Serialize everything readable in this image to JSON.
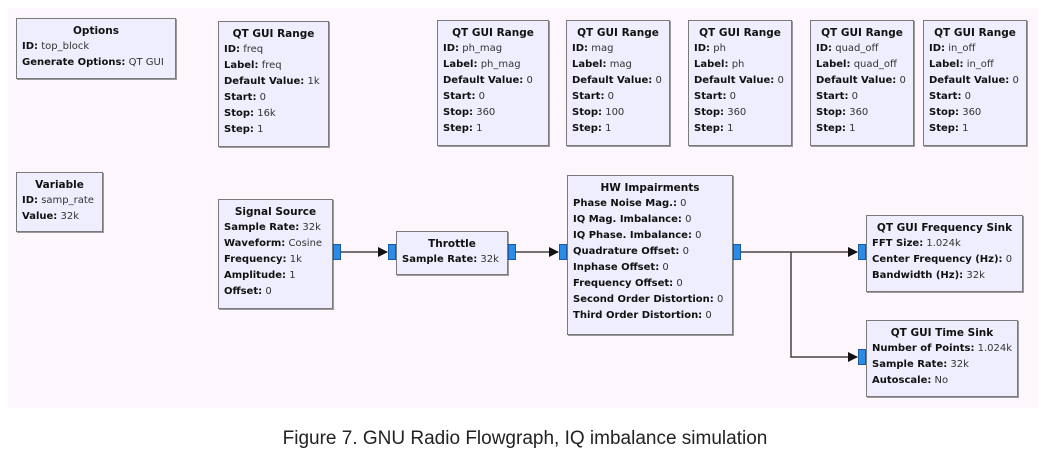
{
  "blocks": {
    "options": {
      "title": "Options",
      "rows": [
        {
          "k": "ID:",
          "v": "top_block"
        },
        {
          "k": "Generate Options:",
          "v": "QT GUI"
        }
      ]
    },
    "variable": {
      "title": "Variable",
      "rows": [
        {
          "k": "ID:",
          "v": "samp_rate"
        },
        {
          "k": "Value:",
          "v": "32k"
        }
      ]
    },
    "range_freq": {
      "title": "QT GUI Range",
      "rows": [
        {
          "k": "ID:",
          "v": "freq"
        },
        {
          "k": "Label:",
          "v": "freq"
        },
        {
          "k": "Default Value:",
          "v": "1k"
        },
        {
          "k": "Start:",
          "v": "0"
        },
        {
          "k": "Stop:",
          "v": "16k"
        },
        {
          "k": "Step:",
          "v": "1"
        }
      ]
    },
    "range_ph_mag": {
      "title": "QT GUI Range",
      "rows": [
        {
          "k": "ID:",
          "v": "ph_mag"
        },
        {
          "k": "Label:",
          "v": "ph_mag"
        },
        {
          "k": "Default Value:",
          "v": "0"
        },
        {
          "k": "Start:",
          "v": "0"
        },
        {
          "k": "Stop:",
          "v": "360"
        },
        {
          "k": "Step:",
          "v": "1"
        }
      ]
    },
    "range_mag": {
      "title": "QT GUI Range",
      "rows": [
        {
          "k": "ID:",
          "v": "mag"
        },
        {
          "k": "Label:",
          "v": "mag"
        },
        {
          "k": "Default Value:",
          "v": "0"
        },
        {
          "k": "Start:",
          "v": "0"
        },
        {
          "k": "Stop:",
          "v": "100"
        },
        {
          "k": "Step:",
          "v": "1"
        }
      ]
    },
    "range_ph": {
      "title": "QT GUI Range",
      "rows": [
        {
          "k": "ID:",
          "v": "ph"
        },
        {
          "k": "Label:",
          "v": "ph"
        },
        {
          "k": "Default Value:",
          "v": "0"
        },
        {
          "k": "Start:",
          "v": "0"
        },
        {
          "k": "Stop:",
          "v": "360"
        },
        {
          "k": "Step:",
          "v": "1"
        }
      ]
    },
    "range_quad_off": {
      "title": "QT GUI Range",
      "rows": [
        {
          "k": "ID:",
          "v": "quad_off"
        },
        {
          "k": "Label:",
          "v": "quad_off"
        },
        {
          "k": "Default Value:",
          "v": "0"
        },
        {
          "k": "Start:",
          "v": "0"
        },
        {
          "k": "Stop:",
          "v": "360"
        },
        {
          "k": "Step:",
          "v": "1"
        }
      ]
    },
    "range_in_off": {
      "title": "QT GUI Range",
      "rows": [
        {
          "k": "ID:",
          "v": "in_off"
        },
        {
          "k": "Label:",
          "v": "in_off"
        },
        {
          "k": "Default Value:",
          "v": "0"
        },
        {
          "k": "Start:",
          "v": "0"
        },
        {
          "k": "Stop:",
          "v": "360"
        },
        {
          "k": "Step:",
          "v": "1"
        }
      ]
    },
    "signal_source": {
      "title": "Signal Source",
      "rows": [
        {
          "k": "Sample Rate:",
          "v": "32k"
        },
        {
          "k": "Waveform:",
          "v": "Cosine"
        },
        {
          "k": "Frequency:",
          "v": "1k"
        },
        {
          "k": "Amplitude:",
          "v": "1"
        },
        {
          "k": "Offset:",
          "v": "0"
        }
      ]
    },
    "throttle": {
      "title": "Throttle",
      "rows": [
        {
          "k": "Sample Rate:",
          "v": "32k"
        }
      ]
    },
    "hw_impairments": {
      "title": "HW Impairments",
      "rows": [
        {
          "k": "Phase Noise Mag.:",
          "v": "0"
        },
        {
          "k": "IQ Mag. Imbalance:",
          "v": "0"
        },
        {
          "k": "IQ Phase. Imbalance:",
          "v": "0"
        },
        {
          "k": "Quadrature Offset:",
          "v": "0"
        },
        {
          "k": "Inphase Offset:",
          "v": "0"
        },
        {
          "k": "Frequency Offset:",
          "v": "0"
        },
        {
          "k": "Second Order Distortion:",
          "v": "0"
        },
        {
          "k": "Third Order Distortion:",
          "v": "0"
        }
      ]
    },
    "freq_sink": {
      "title": "QT GUI Frequency Sink",
      "rows": [
        {
          "k": "FFT Size:",
          "v": "1.024k"
        },
        {
          "k": "Center Frequency (Hz):",
          "v": "0"
        },
        {
          "k": "Bandwidth (Hz):",
          "v": "32k"
        }
      ]
    },
    "time_sink": {
      "title": "QT GUI Time Sink",
      "rows": [
        {
          "k": "Number of Points:",
          "v": "1.024k"
        },
        {
          "k": "Sample Rate:",
          "v": "32k"
        },
        {
          "k": "Autoscale:",
          "v": "No"
        }
      ]
    }
  },
  "connections": [
    {
      "from": "signal_source",
      "to": "throttle"
    },
    {
      "from": "throttle",
      "to": "hw_impairments"
    },
    {
      "from": "hw_impairments",
      "to": "freq_sink"
    },
    {
      "from": "hw_impairments",
      "to": "time_sink"
    }
  ],
  "colors": {
    "canvas": "#fdf7fd",
    "block": "#eeeefe",
    "port": "#2a8ce6"
  },
  "caption": "Figure 7. GNU Radio Flowgraph, IQ imbalance simulation"
}
